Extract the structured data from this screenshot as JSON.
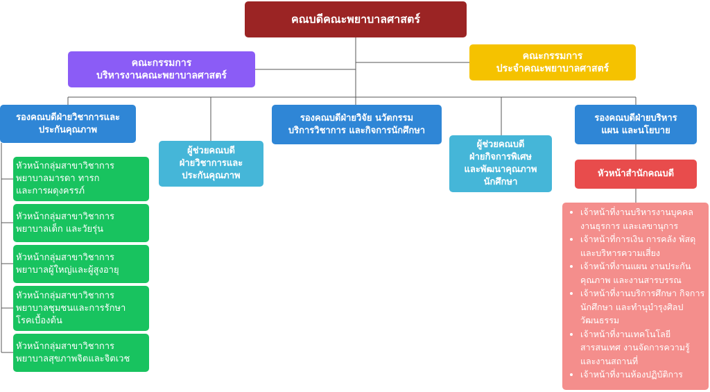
{
  "dean": "คณบดีคณะพยาบาลศาสตร์",
  "exec_committee": [
    "คณะกรรมการ",
    "บริหารงานคณะพยาบาลศาสตร์"
  ],
  "faculty_board": [
    "คณะกรรมการ",
    "ประจำคณะพยาบาลศาสตร์"
  ],
  "vice_dean_academic": [
    "รองคณบดีฝ่ายวิชาการและ",
    "ประกันคุณภาพ"
  ],
  "assistant_academic": [
    "ผู้ช่วยคณบดี",
    "ฝ่ายวิชาการและ",
    "ประกันคุณภาพ"
  ],
  "vice_dean_research": [
    "รองคณบดีฝ่ายวิจัย นวัตกรรม",
    "บริการวิชาการ และกิจการนักศึกษา"
  ],
  "assistant_special": [
    "ผู้ช่วยคณบดี",
    "ฝ่ายกิจการพิเศษ",
    "และพัฒนาคุณภาพ",
    "นักศึกษา"
  ],
  "vice_dean_admin": [
    "รองคณบดีฝ่ายบริหาร",
    "แผน และนโยบาย"
  ],
  "dean_office_head": "หัวหน้าสำนักคณบดี",
  "department_heads": [
    [
      "หัวหน้ากลุ่มสาขาวิชาการ",
      "พยาบาลมารดา ทารก",
      "และการผดุงครรภ์"
    ],
    [
      "หัวหน้ากลุ่มสาขาวิชาการ",
      "พยาบาลเด็ก และวัยรุ่น"
    ],
    [
      "หัวหน้ากลุ่มสาขาวิชาการ",
      "พยาบาลผู้ใหญ่และผู้สูงอายุ"
    ],
    [
      "หัวหน้ากลุ่มสาขาวิชาการ",
      "พยาบาลชุมชนและการรักษา",
      "โรคเบื้องต้น"
    ],
    [
      "หัวหน้ากลุ่มสาขาวิชาการ",
      "พยาบาลสุขภาพจิตและจิตเวช"
    ]
  ],
  "office_staff": [
    "เจ้าหน้าที่งานบริหารงานบุคคล งานธุรการ และเลขานุการ",
    "เจ้าหน้าที่การเงิน การคลัง พัสดุ และบริหารความเสี่ยง",
    "เจ้าหน้าที่งานแผน งานประกันคุณภาพ และงานสารบรรณ",
    "เจ้าหน้าที่งานบริการศึกษา กิจการนักศึกษา และทำนุบำรุงศิลปวัฒนธรรม",
    "เจ้าหน้าที่งานเทคโนโลยีสารสนเทศ งานจัดการความรู้ และงานสถานที่",
    "เจ้าหน้าที่งานห้องปฏิบัติการ"
  ],
  "colors": {
    "dean": "#9b2424",
    "exec": "#8b5cf6",
    "board": "#f5c200",
    "vice_dean": "#2f86d6",
    "assistant": "#45b6d8",
    "office": "#e84c4c",
    "department": "#18c35f",
    "staff": "#f48e8c"
  }
}
